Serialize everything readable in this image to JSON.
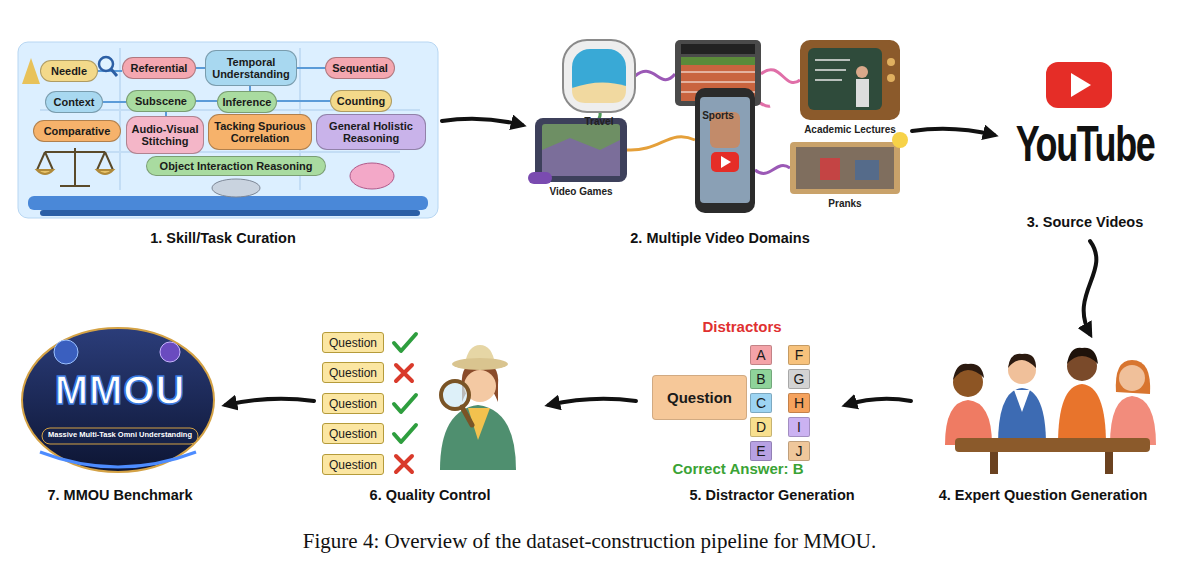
{
  "diagram": {
    "caption": "Figure 4: Overview of the dataset-construction pipeline for MMOU.",
    "nodes": [
      {
        "text": [
          "1. Skill/Task Curation"
        ]
      },
      {
        "text": [
          "Needle"
        ],
        "in": 0
      },
      {
        "text": [
          "Context"
        ],
        "in": 0
      },
      {
        "text": [
          "Comparative"
        ],
        "in": 0
      },
      {
        "text": [
          "Referential"
        ],
        "in": 0
      },
      {
        "text": [
          "Subscene"
        ],
        "in": 0
      },
      {
        "text": [
          "Audio-Visual Stitching"
        ],
        "in": 0
      },
      {
        "text": [
          "Temporal Understanding"
        ],
        "in": 0
      },
      {
        "text": [
          "Inference"
        ],
        "in": 0
      },
      {
        "text": [
          "Tacking Spurious Correlation"
        ],
        "in": 0
      },
      {
        "text": [
          "Object Interaction Reasoning"
        ],
        "in": 0
      },
      {
        "text": [
          "Sequential"
        ],
        "in": 0
      },
      {
        "text": [
          "Counting"
        ],
        "in": 0
      },
      {
        "text": [
          "General Holistic Reasoning"
        ],
        "in": 0
      },
      {
        "text": [
          "2. Multiple Video Domains"
        ]
      },
      {
        "text": [
          "Travel"
        ],
        "in": 14
      },
      {
        "text": [
          "Sports"
        ],
        "in": 14
      },
      {
        "text": [
          "Academic Lectures"
        ],
        "in": 14
      },
      {
        "text": [
          "Video Games"
        ],
        "in": 14
      },
      {
        "text": [
          "Pranks"
        ],
        "in": 14
      },
      {
        "text": [
          "YouTube",
          "3. Source Videos"
        ]
      },
      {
        "text": [
          "4. Expert Question Generation"
        ]
      },
      {
        "text": [
          "Distractors",
          "Correct Answer:  B",
          "5. Distractor Generation"
        ]
      },
      {
        "text": [
          "Question"
        ],
        "in": 22
      },
      {
        "text": [
          "A"
        ],
        "in": 22
      },
      {
        "text": [
          "B"
        ],
        "in": 22
      },
      {
        "text": [
          "C"
        ],
        "in": 22
      },
      {
        "text": [
          "D"
        ],
        "in": 22
      },
      {
        "text": [
          "E"
        ],
        "in": 22
      },
      {
        "text": [
          "F"
        ],
        "in": 22
      },
      {
        "text": [
          "G"
        ],
        "in": 22
      },
      {
        "text": [
          "H"
        ],
        "in": 22
      },
      {
        "text": [
          "I"
        ],
        "in": 22
      },
      {
        "text": [
          "J"
        ],
        "in": 22
      },
      {
        "text": [
          "6. Quality Control"
        ]
      },
      {
        "text": [
          "Question"
        ],
        "in": 34
      },
      {
        "text": [
          "Question"
        ],
        "in": 34
      },
      {
        "text": [
          "Question"
        ],
        "in": 34
      },
      {
        "text": [
          "Question"
        ],
        "in": 34
      },
      {
        "text": [
          "Question"
        ],
        "in": 34
      },
      {
        "text": [
          "MMOU",
          "Massive Multi-Task Omni Understanding",
          "7. MMOU Benchmark"
        ]
      }
    ],
    "edges": [
      {
        "from": 0,
        "to": 14,
        "arrow": "to"
      },
      {
        "from": 14,
        "to": 20,
        "arrow": "to"
      },
      {
        "from": 20,
        "to": 21,
        "arrow": "to"
      },
      {
        "from": 21,
        "to": 22,
        "arrow": "to"
      },
      {
        "from": 22,
        "to": 34,
        "arrow": "to"
      },
      {
        "from": 34,
        "to": 40,
        "arrow": "to"
      }
    ]
  }
}
